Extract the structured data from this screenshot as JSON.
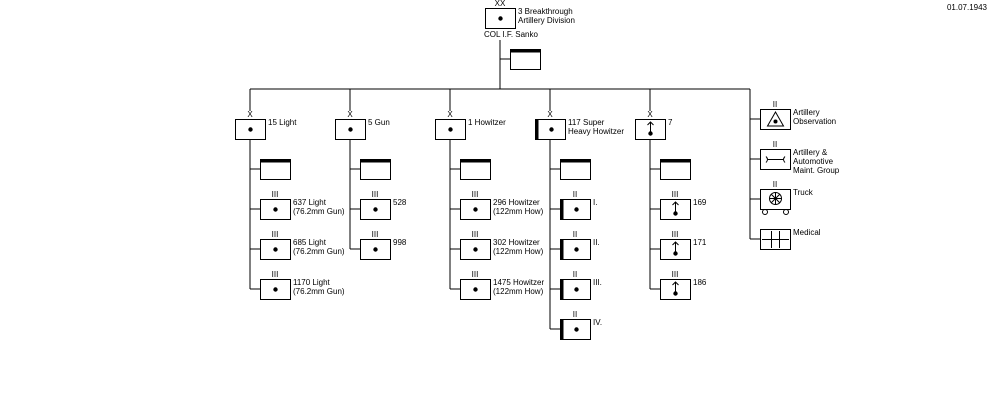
{
  "date": "01.07.1943",
  "division": {
    "name_lines": [
      "3 Breakthrough",
      "Artillery Division"
    ],
    "size": "XX",
    "commander": "COL I.F. Sanko"
  },
  "brigades": [
    {
      "name_lines": [
        "15 Light"
      ],
      "size": "X",
      "type": "artillery",
      "regiments": [
        {
          "label_lines": [
            "637 Light",
            "(76.2mm Gun)"
          ],
          "size": "III",
          "type": "artillery"
        },
        {
          "label_lines": [
            "685 Light",
            "(76.2mm Gun)"
          ],
          "size": "III",
          "type": "artillery"
        },
        {
          "label_lines": [
            "1170 Light",
            "(76.2mm Gun)"
          ],
          "size": "III",
          "type": "artillery"
        }
      ]
    },
    {
      "name_lines": [
        "5 Gun"
      ],
      "size": "X",
      "type": "artillery",
      "regiments": [
        {
          "label_lines": [
            "528"
          ],
          "size": "III",
          "type": "artillery"
        },
        {
          "label_lines": [
            "998"
          ],
          "size": "III",
          "type": "artillery"
        }
      ]
    },
    {
      "name_lines": [
        "1 Howitzer"
      ],
      "size": "X",
      "type": "artillery",
      "regiments": [
        {
          "label_lines": [
            "296 Howitzer",
            "(122mm How)"
          ],
          "size": "III",
          "type": "artillery"
        },
        {
          "label_lines": [
            "302 Howitzer",
            "(122mm How)"
          ],
          "size": "III",
          "type": "artillery"
        },
        {
          "label_lines": [
            "1475 Howitzer",
            "(122mm How)"
          ],
          "size": "III",
          "type": "artillery"
        }
      ]
    },
    {
      "name_lines": [
        "117 Super",
        "Heavy Howitzer"
      ],
      "size": "X",
      "type": "heavy-artillery",
      "regiments": [
        {
          "label_lines": [
            "I."
          ],
          "size": "II",
          "type": "heavy-artillery"
        },
        {
          "label_lines": [
            "II."
          ],
          "size": "II",
          "type": "heavy-artillery"
        },
        {
          "label_lines": [
            "III."
          ],
          "size": "II",
          "type": "heavy-artillery"
        },
        {
          "label_lines": [
            "IV."
          ],
          "size": "II",
          "type": "heavy-artillery"
        }
      ]
    },
    {
      "name_lines": [
        "7"
      ],
      "size": "X",
      "type": "rocket-artillery",
      "regiments": [
        {
          "label_lines": [
            "169"
          ],
          "size": "III",
          "type": "rocket-artillery"
        },
        {
          "label_lines": [
            "171"
          ],
          "size": "III",
          "type": "rocket-artillery"
        },
        {
          "label_lines": [
            "186"
          ],
          "size": "III",
          "type": "rocket-artillery"
        }
      ]
    }
  ],
  "support_units": [
    {
      "label_lines": [
        "Artillery",
        "Observation"
      ],
      "size": "II",
      "type": "observation"
    },
    {
      "label_lines": [
        "Artillery &",
        "Automotive",
        "Maint. Group"
      ],
      "size": "II",
      "type": "maintenance"
    },
    {
      "label_lines": [
        "Truck"
      ],
      "size": "II",
      "type": "truck"
    },
    {
      "label_lines": [
        "Medical"
      ],
      "size": "",
      "type": "medical"
    }
  ],
  "colors": {
    "line": "#000000",
    "background": "#ffffff"
  }
}
